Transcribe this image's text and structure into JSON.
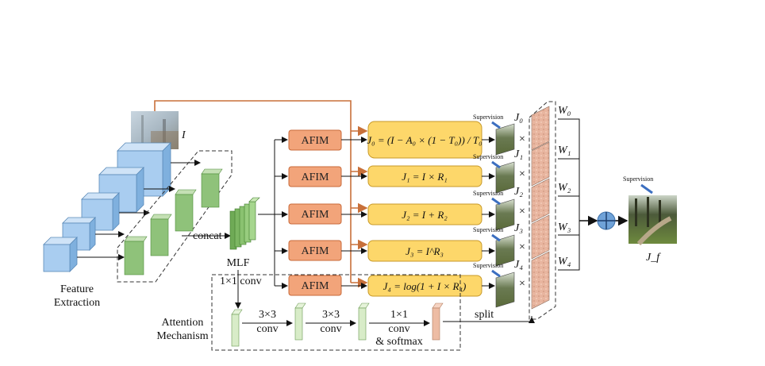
{
  "input": {
    "symbol": "I"
  },
  "feature_extraction": {
    "label_line1": "Feature",
    "label_line2": "Extraction"
  },
  "concat_label": "concat",
  "mlf_label": "MLF",
  "attention": {
    "label_line1": "Attention",
    "label_line2": "Mechanism",
    "conv_first": "1×1 conv",
    "step1_top": "3×3",
    "step1_bottom": "conv",
    "step2_top": "3×3",
    "step2_bottom": "conv",
    "step3_top": "1×1",
    "step3_mid": "conv",
    "step3_bottom": "& softmax",
    "split": "split"
  },
  "afim_label": "AFIM",
  "equations": [
    "J₀ = (I − A₀ × (1 − T₀)) / T₀",
    "J₁ = I × R₁",
    "J₂ = I + R₂",
    "J₃ = I^R₃",
    "J₄ = log(1 + I × R₄)"
  ],
  "outputs": [
    "J₀",
    "J₁",
    "J₂",
    "J₃",
    "J₄"
  ],
  "weights": [
    "W₀",
    "W₁",
    "W₂",
    "W₃",
    "W₄"
  ],
  "supervision_label": "Supervision",
  "times_symbol": "×",
  "final_output": "J_f",
  "colors": {
    "blue_cube": "#a9cdf0",
    "green_block": "#8fc27a",
    "afim_fill": "#f2a47a",
    "eq_fill": "#fdd76a",
    "weight_fill": "#e8b59f",
    "orange_line": "#c8703a",
    "attention_green": "#d8ecc8"
  }
}
